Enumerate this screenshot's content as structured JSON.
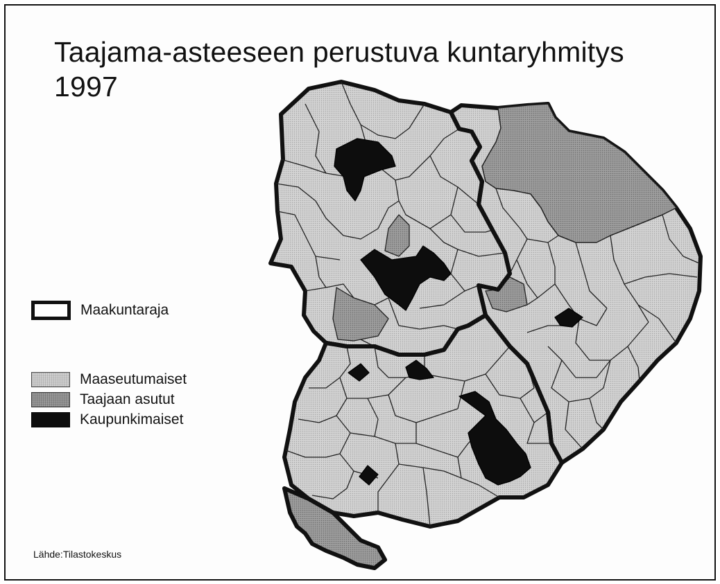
{
  "map": {
    "title_line1": "Taajama-asteeseen perustuva kuntaryhmitys",
    "title_line2": "1997",
    "source": "Lähde:Tilastokeskus"
  },
  "legend": {
    "border_label": "Maakuntaraja",
    "items": [
      {
        "label": "Maaseutumaiset",
        "color": "#d2d2d2"
      },
      {
        "label": "Taajaan asutut",
        "color": "#9c9c9c"
      },
      {
        "label": "Kaupunkimaiset",
        "color": "#0d0d0d"
      }
    ]
  }
}
